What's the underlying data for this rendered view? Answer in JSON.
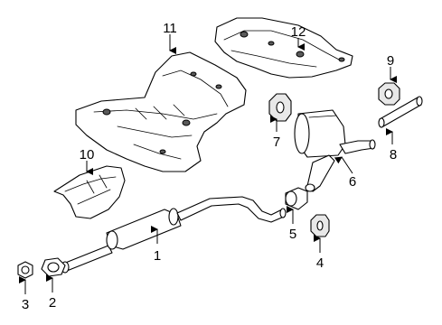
{
  "callouts": [
    {
      "id": "1",
      "label": "1"
    },
    {
      "id": "2",
      "label": "2"
    },
    {
      "id": "3",
      "label": "3"
    },
    {
      "id": "4",
      "label": "4"
    },
    {
      "id": "5",
      "label": "5"
    },
    {
      "id": "6",
      "label": "6"
    },
    {
      "id": "7",
      "label": "7"
    },
    {
      "id": "8",
      "label": "8"
    },
    {
      "id": "9",
      "label": "9"
    },
    {
      "id": "10",
      "label": "10"
    },
    {
      "id": "11",
      "label": "11"
    },
    {
      "id": "12",
      "label": "12"
    }
  ],
  "colors": {
    "line": "#000000",
    "background": "#ffffff",
    "shade": "#e8e8e8"
  }
}
